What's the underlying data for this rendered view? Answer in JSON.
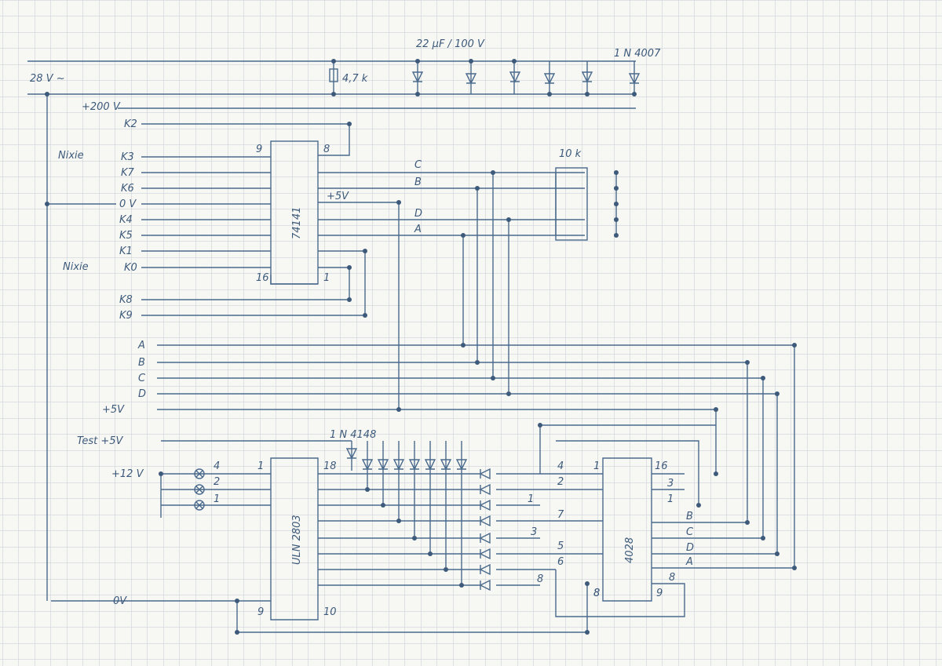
{
  "supply": {
    "ac_label": "28 V ~",
    "hv_label": "+200 V",
    "cap_label": "22 µF / 100 V",
    "diode_label": "1 N 4007",
    "res_label": "4,7 k"
  },
  "nixie_top": {
    "group_label": "Nixie",
    "pins": [
      "K2",
      "K3",
      "K7",
      "K6"
    ]
  },
  "zero_label": "0 V",
  "nixie_bottom": {
    "group_label": "Nixie",
    "pins": [
      "K4",
      "K5",
      "K1",
      "K0",
      "K8",
      "K9"
    ]
  },
  "decoder_ic": {
    "name": "74141",
    "pin_9": "9",
    "pin_8": "8",
    "pin_16": "16",
    "pin_1": "1",
    "vcc_label": "+5V"
  },
  "bcd_lines_top": [
    "C",
    "B",
    "D",
    "A"
  ],
  "resistor_pack_label": "10 k",
  "bus_labels": [
    "A",
    "B",
    "C",
    "D",
    "+5V"
  ],
  "test_label": "Test +5V",
  "diodes_label": "1 N 4148",
  "v12_label": "+12 V",
  "lamp_labels": [
    "4",
    "2",
    "1"
  ],
  "driver_ic": {
    "name": "ULN 2803",
    "pin_1": "1",
    "pin_18": "18",
    "pin_9": "9",
    "pin_10": "10"
  },
  "left_mid_labels": [
    "1",
    "3",
    "8"
  ],
  "counter_ic": {
    "name": "4028",
    "pin_1": "1",
    "pin_16": "16",
    "pin_8": "8",
    "pin_9": "9",
    "left_pins": [
      "4",
      "2",
      "7",
      "5",
      "6"
    ],
    "right_pins": [
      "3",
      "1",
      "B",
      "C",
      "D",
      "A"
    ],
    "right_pin_8": "8",
    "left_pin_8": "8"
  },
  "bottom_zero_label": "0V",
  "colors": {
    "ink": "#3d5a7a",
    "grid": "#c4cbd2",
    "paper": "#f7f7f4"
  }
}
